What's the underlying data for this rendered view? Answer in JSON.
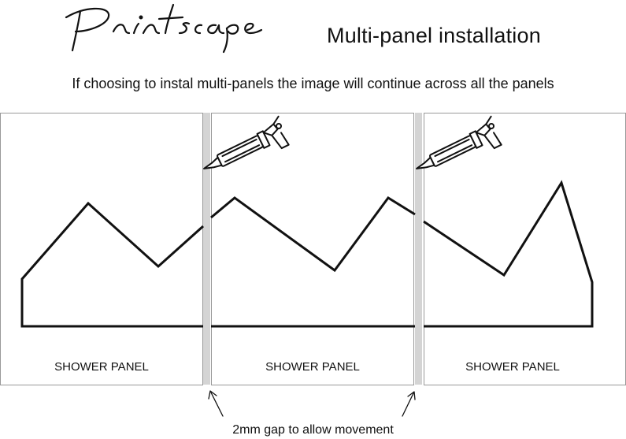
{
  "brand": {
    "logo_text": "Printscape"
  },
  "header": {
    "title": "Multi-panel installation"
  },
  "intro": {
    "text": "If choosing to instal multi-panels the image will continue across all the panels"
  },
  "panels": [
    {
      "label": "SHOWER PANEL"
    },
    {
      "label": "SHOWER PANEL"
    },
    {
      "label": "SHOWER PANEL"
    }
  ],
  "gap_note": {
    "text": "2mm gap to allow movement"
  },
  "icons": [
    "caulking-gun-icon",
    "caulking-gun-icon",
    "arrow-up-icon",
    "arrow-up-icon"
  ],
  "colors": {
    "line": "#111111",
    "panel_border": "#999999",
    "gap_strip": "#d4d4d4",
    "background": "#ffffff"
  }
}
